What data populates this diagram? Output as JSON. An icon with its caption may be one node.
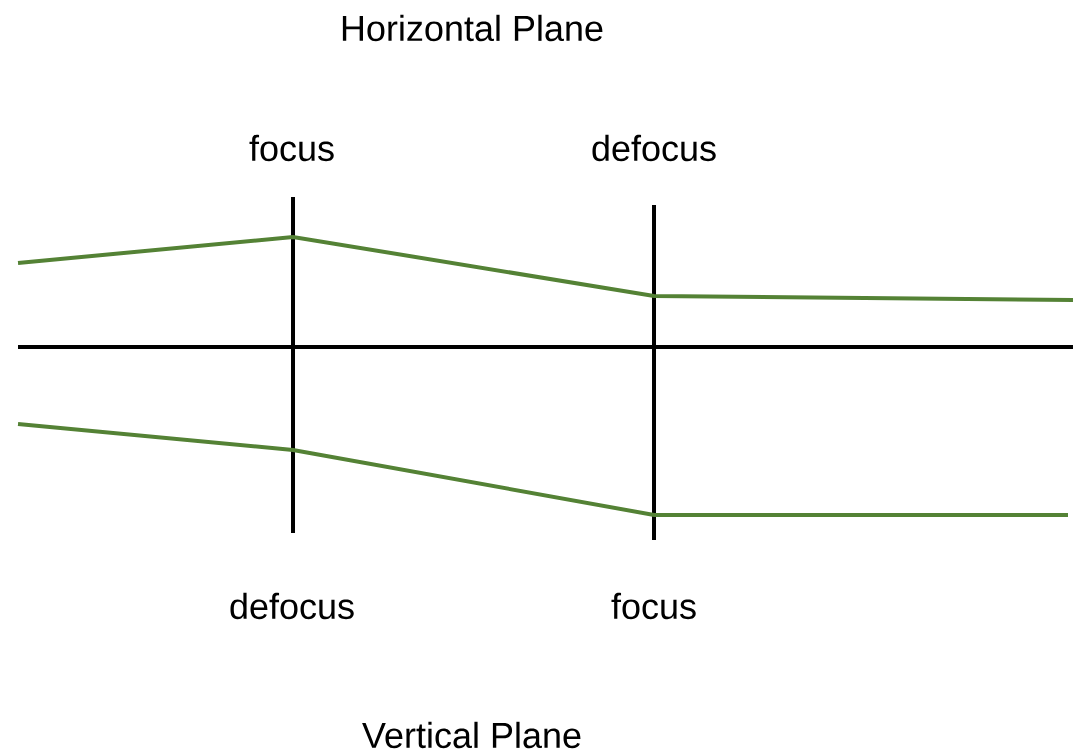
{
  "diagram": {
    "title": "Horizontal Plane",
    "labels": [
      "focus",
      "defocus",
      "defocus",
      "focus",
      "Vertical Plane"
    ]
  }
}
